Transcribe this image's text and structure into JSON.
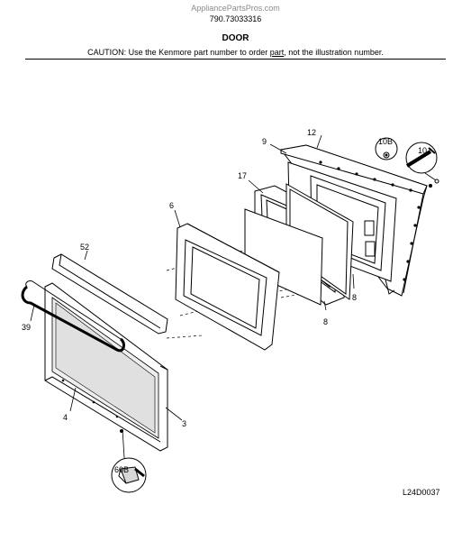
{
  "header": {
    "site": "AppliancePartsPros.com",
    "model_number": "790.73033316",
    "title": "DOOR",
    "caution_before": "CAUTION: Use the Kenmore part number to order ",
    "caution_link": "part",
    "caution_after": ", not the illustration number."
  },
  "callouts": {
    "c3": "3",
    "c4": "4",
    "c6": "6",
    "c8a": "8",
    "c8b": "8",
    "c9": "9",
    "c10": "10",
    "c10b": "10B",
    "c12": "12",
    "c17": "17",
    "c39": "39",
    "c52": "52",
    "c60b": "60B"
  },
  "figure_code": "L24D0037"
}
